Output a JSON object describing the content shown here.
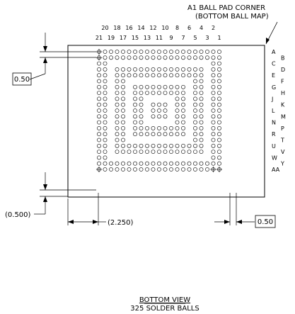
{
  "header": {
    "corner_line1": "A1 BALL PAD CORNER",
    "corner_line2": "(BOTTOM BALL MAP)"
  },
  "columns": {
    "top_row": [
      "20",
      "18",
      "16",
      "14",
      "12",
      "10",
      "8",
      "6",
      "4",
      "2"
    ],
    "bottom_row": [
      "21",
      "19",
      "17",
      "15",
      "13",
      "11",
      "9",
      "7",
      "5",
      "3",
      "1"
    ]
  },
  "rows": {
    "left": [
      "A",
      "C",
      "E",
      "G",
      "J",
      "L",
      "N",
      "R",
      "U",
      "W",
      "AA"
    ],
    "right": [
      "B",
      "D",
      "F",
      "H",
      "K",
      "M",
      "P",
      "T",
      "V",
      "Y"
    ]
  },
  "dimensions": {
    "pitch_left": "0.50",
    "offset_left": "(0.500)",
    "offset_bottom": "(2.250)",
    "pitch_right": "0.50"
  },
  "footer": {
    "title": "BOTTOM VIEW",
    "subtitle": "325 SOLDER BALLS"
  }
}
